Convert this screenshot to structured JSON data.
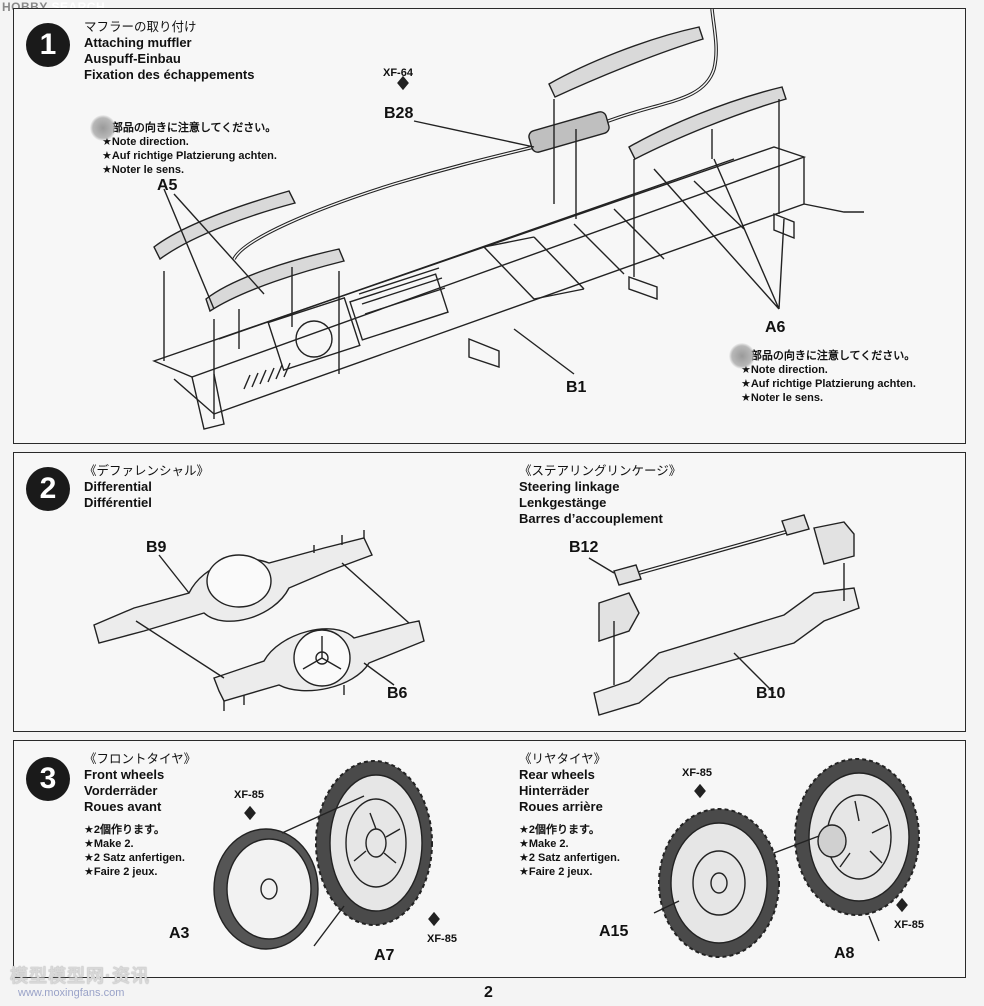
{
  "header": {
    "logo_text": "HOBBY",
    "logo_text2": "SEARCH"
  },
  "step1": {
    "number": "1",
    "title_jp": "マフラーの取り付け",
    "title_en": "Attaching muffler",
    "title_de": "Auspuff-Einbau",
    "title_fr": "Fixation des échappements",
    "note_left": [
      "★部品の向きに注意してください。",
      "★Note direction.",
      "★Auf richtige Platzierung achten.",
      "★Noter le sens."
    ],
    "note_right": [
      "★部品の向きに注意してください。",
      "★Note direction.",
      "★Auf richtige Platzierung achten.",
      "★Noter le sens."
    ],
    "paint_code": "XF-64",
    "labels": {
      "b28": "B28",
      "a5": "A5",
      "a6": "A6",
      "b1": "B1"
    }
  },
  "step2": {
    "number": "2",
    "left_title_jp": "《デファレンシャル》",
    "left_title_en": "Differential",
    "left_title_fr": "Différentiel",
    "right_title_jp": "《ステアリングリンケージ》",
    "right_title_en": "Steering linkage",
    "right_title_de": "Lenkgestänge",
    "right_title_fr": "Barres d’accouplement",
    "labels": {
      "b9": "B9",
      "b6": "B6",
      "b12": "B12",
      "b10": "B10"
    }
  },
  "step3": {
    "number": "3",
    "left_title_jp": "《フロントタイヤ》",
    "left_title_en": "Front wheels",
    "left_title_de": "Vorderräder",
    "left_title_fr": "Roues avant",
    "left_note": [
      "★2個作ります。",
      "★Make 2.",
      "★2 Satz anfertigen.",
      "★Faire 2 jeux."
    ],
    "right_title_jp": "《リヤタイヤ》",
    "right_title_en": "Rear wheels",
    "right_title_de": "Hinterräder",
    "right_title_fr": "Roues arrière",
    "right_note": [
      "★2個作ります。",
      "★Make 2.",
      "★2 Satz anfertigen.",
      "★Faire 2 jeux."
    ],
    "paint_code": "XF-85",
    "labels": {
      "a3": "A3",
      "a7": "A7",
      "a15": "A15",
      "a8": "A8"
    }
  },
  "page_number": "2",
  "watermark": {
    "text": "模型模型网·资讯",
    "url": "www.moxingfans.com"
  }
}
